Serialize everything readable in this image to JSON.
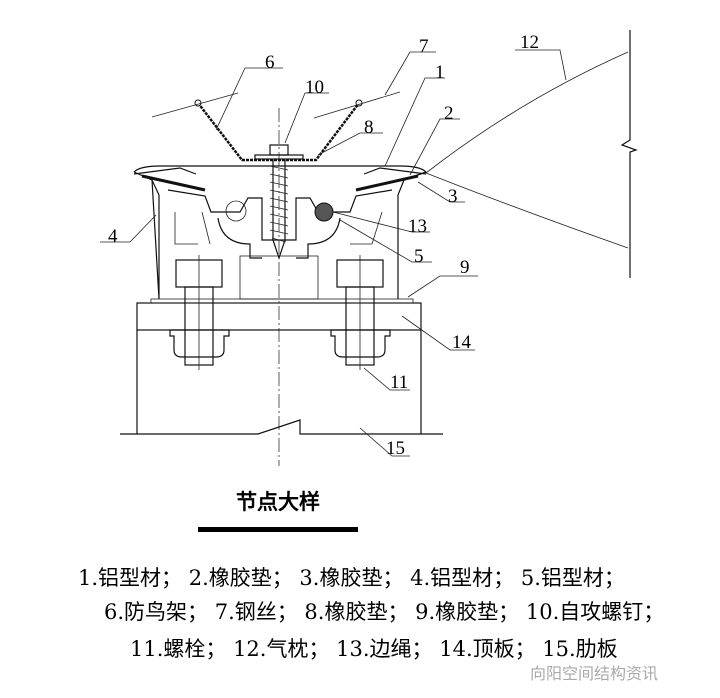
{
  "diagram": {
    "callouts": [
      "1",
      "2",
      "3",
      "4",
      "5",
      "6",
      "7",
      "8",
      "9",
      "10",
      "11",
      "12",
      "13",
      "14",
      "15"
    ]
  },
  "title": "节点大样",
  "legend": {
    "line1": "1.铝型材； 2.橡胶垫； 3.橡胶垫； 4.铝型材； 5.铝型材；",
    "line2": "6.防鸟架； 7.钢丝； 8.橡胶垫； 9.橡胶垫； 10.自攻螺钉；",
    "line3": "11.螺栓； 12.气枕； 13.边绳； 14.顶板； 15.肋板"
  },
  "watermark": "向阳空间结构资讯"
}
